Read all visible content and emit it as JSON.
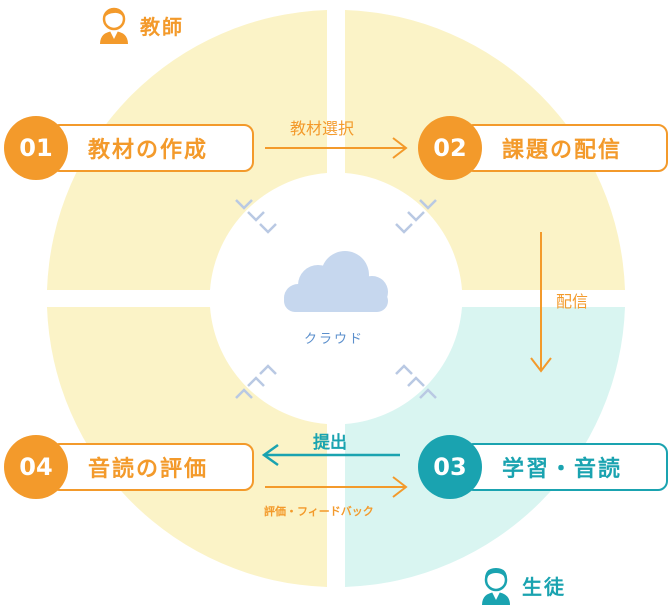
{
  "roles": {
    "teacher": {
      "label": "教師",
      "icon": "teacher-person-icon"
    },
    "student": {
      "label": "生徒",
      "icon": "student-person-icon"
    }
  },
  "center": {
    "label": "クラウド",
    "icon": "cloud-icon"
  },
  "steps": [
    {
      "num": "01",
      "label": "教材の作成"
    },
    {
      "num": "02",
      "label": "課題の配信"
    },
    {
      "num": "03",
      "label": "学習・音読"
    },
    {
      "num": "04",
      "label": "音読の評価"
    }
  ],
  "flows": {
    "material_select": "教材選択",
    "distribute": "配信",
    "submit": "提出",
    "feedback": "評価・フィードバック"
  },
  "colors": {
    "teacher_zone": "#fbf3c7",
    "student_zone": "#d9f5f1",
    "orange": "#f39a2b",
    "teal": "#1aa3b0",
    "cloud": "#c6d7ee",
    "cloud_text": "#5b8fcc"
  }
}
